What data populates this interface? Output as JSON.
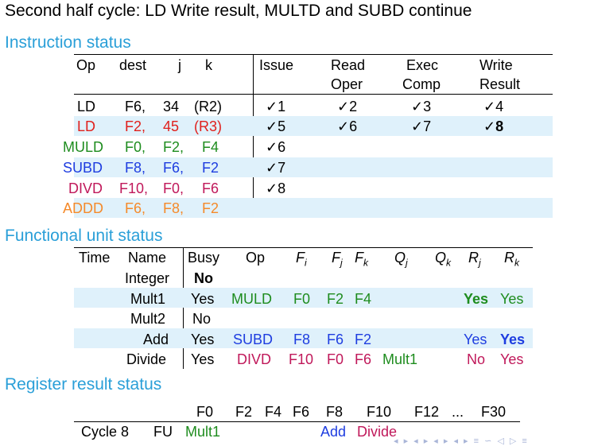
{
  "title": "Second half cycle: LD Write result, MULTD and SUBD continue",
  "instruction_status": {
    "heading": "Instruction status",
    "headers": {
      "op": "Op",
      "dest": "dest",
      "j": "j",
      "k": "k",
      "issue": "Issue",
      "read1": "Read",
      "read2": "Oper",
      "exec1": "Exec",
      "exec2": "Comp",
      "write1": "Write",
      "write2": "Result"
    },
    "rows": [
      {
        "op": "LD",
        "dest": "F6,",
        "j": "34",
        "k": "(R2)",
        "issue": "✓1",
        "read": "✓2",
        "exec": "✓3",
        "write": "✓4",
        "color": "#000000"
      },
      {
        "op": "LD",
        "dest": "F2,",
        "j": "45",
        "k": "(R3)",
        "issue": "✓5",
        "read": "✓6",
        "exec": "✓7",
        "write": "✓8",
        "color": "#e0201c"
      },
      {
        "op": "MULD",
        "dest": "F0,",
        "j": "F2,",
        "k": "F4",
        "issue": "✓6",
        "read": "",
        "exec": "",
        "write": "",
        "color": "#1e8c1e"
      },
      {
        "op": "SUBD",
        "dest": "F8,",
        "j": "F6,",
        "k": "F2",
        "issue": "✓7",
        "read": "",
        "exec": "",
        "write": "",
        "color": "#1e3de0"
      },
      {
        "op": "DIVD",
        "dest": "F10,",
        "j": "F0,",
        "k": "F6",
        "issue": "✓8",
        "read": "",
        "exec": "",
        "write": "",
        "color": "#c0185a"
      },
      {
        "op": "ADDD",
        "dest": "F6,",
        "j": "F8,",
        "k": "F2",
        "issue": "",
        "read": "",
        "exec": "",
        "write": "",
        "color": "#f58a2a"
      }
    ]
  },
  "functional_unit_status": {
    "heading": "Functional unit status",
    "headers": {
      "time": "Time",
      "name": "Name",
      "busy": "Busy",
      "op": "Op",
      "fi": "F",
      "fi_sub": "i",
      "fj": "F",
      "fj_sub": "j",
      "fk": "F",
      "fk_sub": "k",
      "qj": "Q",
      "qj_sub": "j",
      "qk": "Q",
      "qk_sub": "k",
      "rj": "R",
      "rj_sub": "j",
      "rk": "R",
      "rk_sub": "k"
    },
    "rows": [
      {
        "name": "Integer",
        "busy": "No",
        "op": "",
        "fi": "",
        "fj": "",
        "fk": "",
        "qj": "",
        "rj": "",
        "rk": ""
      },
      {
        "name": "Mult1",
        "busy": "Yes",
        "op": "MULD",
        "fi": "F0",
        "fj": "F2",
        "fk": "F4",
        "qj": "",
        "rj": "Yes",
        "rk": "Yes"
      },
      {
        "name": "Mult2",
        "busy": "No",
        "op": "",
        "fi": "",
        "fj": "",
        "fk": "",
        "qj": "",
        "rj": "",
        "rk": ""
      },
      {
        "name": "Add",
        "busy": "Yes",
        "op": "SUBD",
        "fi": "F8",
        "fj": "F6",
        "fk": "F2",
        "qj": "",
        "rj": "Yes",
        "rk": "Yes"
      },
      {
        "name": "Divide",
        "busy": "Yes",
        "op": "DIVD",
        "fi": "F10",
        "fj": "F0",
        "fk": "F6",
        "qj": "Mult1",
        "rj": "No",
        "rk": "Yes"
      }
    ]
  },
  "register_result_status": {
    "heading": "Register result status",
    "registers": [
      "F0",
      "F2",
      "F4",
      "F6",
      "F8",
      "F10",
      "F12",
      "...",
      "F30"
    ],
    "cycle_label": "Cycle 8",
    "fu_label": "FU",
    "values": {
      "F0": "Mult1",
      "F8": "Add",
      "F10": "Divide"
    }
  },
  "colors": {
    "heading": "#2a9fd8",
    "band": "#dff1fb",
    "ld2": "#e0201c",
    "muld": "#1e8c1e",
    "subd": "#1e3de0",
    "divd": "#c0185a",
    "addd": "#f58a2a"
  }
}
